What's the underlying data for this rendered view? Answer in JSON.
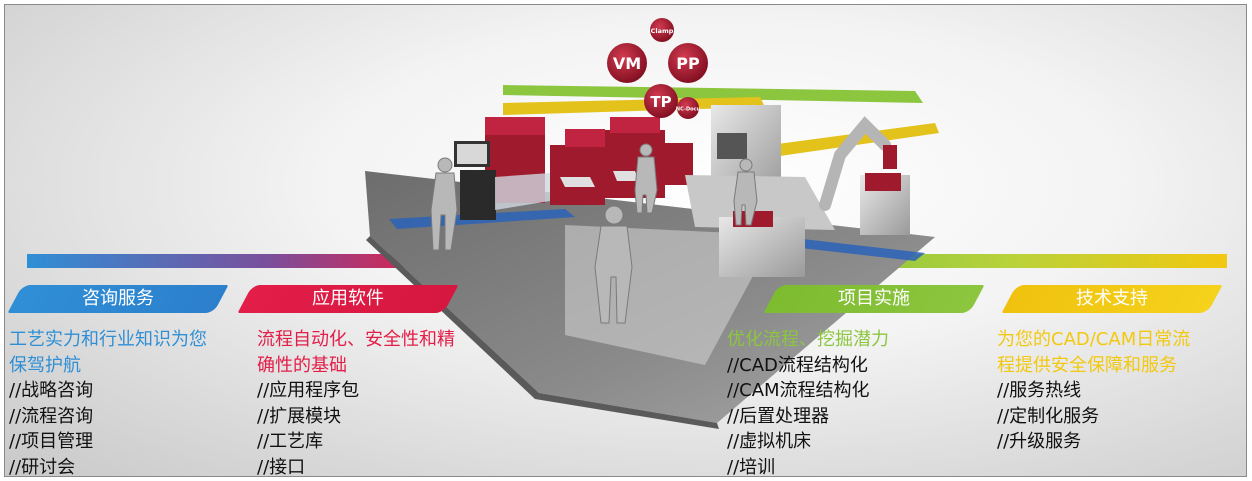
{
  "badges": {
    "vm": "VM",
    "pp": "PP",
    "tp": "TP",
    "clamp": "Clamp",
    "nc_docu": "NC-Docu"
  },
  "colors": {
    "consulting": "#2f8fd6",
    "software": "#e31e48",
    "implementation": "#8cc63f",
    "support": "#f2c811",
    "badge": "#a5152c",
    "machine_red": "#a01a2e"
  },
  "sections": [
    {
      "label": "咨询服务",
      "head_lines": [
        "工艺实力和行业知识为您",
        "保驾护航"
      ],
      "items": [
        "//战略咨询",
        "//流程咨询",
        "//项目管理",
        "//研讨会"
      ]
    },
    {
      "label": "应用软件",
      "head_lines": [
        "流程自动化、安全性和精",
        "确性的基础"
      ],
      "items": [
        "//应用程序包",
        "//扩展模块",
        "//工艺库",
        "//接口"
      ]
    },
    {
      "label": "项目实施",
      "head_lines": [
        "优化流程、挖掘潜力"
      ],
      "items": [
        "//CAD流程结构化",
        "//CAM流程结构化",
        "//后置处理器",
        "//虚拟机床",
        "//培训"
      ]
    },
    {
      "label": "技术支持",
      "head_lines": [
        "为您的CAD/CAM日常流",
        "程提供安全保障和服务"
      ],
      "items": [
        "//服务热线",
        "//定制化服务",
        "//升级服务"
      ]
    }
  ]
}
